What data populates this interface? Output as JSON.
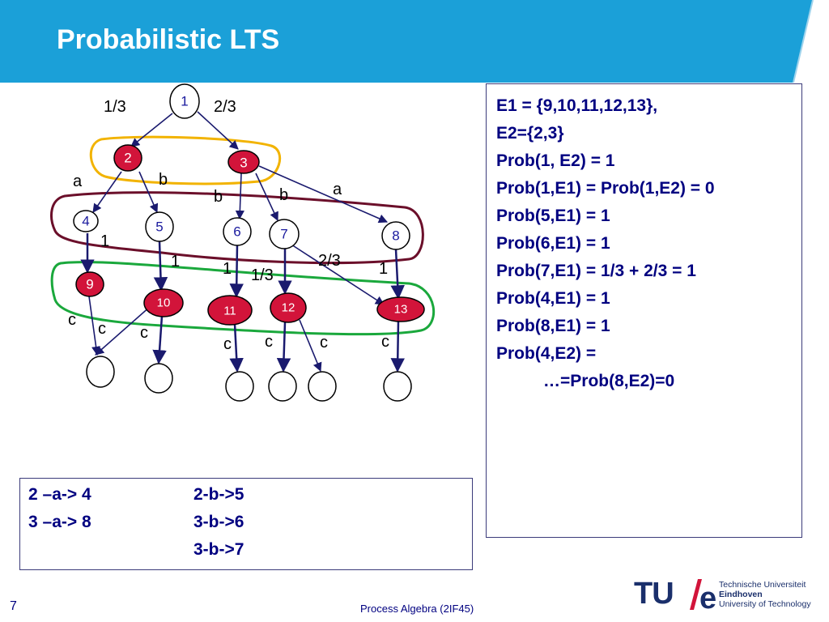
{
  "slide": {
    "title": "Probabilistic LTS",
    "page_number": "7",
    "footer": "Process Algebra (2IF45)"
  },
  "colors": {
    "header_blue": "#1ba0d8",
    "node_red": "#d2143a",
    "edge_blue": "#1a1a6e",
    "group_yellow": "#f2b300",
    "group_maroon": "#6b0f2a",
    "group_green": "#1aa83c",
    "text_navy": "#000080"
  },
  "diagram": {
    "nodes": {
      "n1": "1",
      "n2": "2",
      "n3": "3",
      "n4": "4",
      "n5": "5",
      "n6": "6",
      "n7": "7",
      "n8": "8",
      "n9": "9",
      "n10": "10",
      "n11": "11",
      "n12": "12",
      "n13": "13"
    },
    "edge_labels": {
      "p1_2": "1/3",
      "p1_3": "2/3",
      "a_2_4": "a",
      "b_2_5": "b",
      "b_3_6": "b",
      "b_3_7": "b",
      "a_3_8": "a",
      "p4_9": "1",
      "p5_10": "1",
      "p6_11": "1",
      "p7_12": "1/3",
      "p7_13": "2/3",
      "p8_13": "1",
      "c_9": "c",
      "c_10a": "c",
      "c_10b": "c",
      "c_11": "c",
      "c_12a": "c",
      "c_12b": "c",
      "c_13": "c"
    }
  },
  "prob_box": {
    "lines": [
      "E1 = {9,10,11,12,13},",
      "E2={2,3}",
      "",
      "Prob(1, E2) = 1",
      "Prob(1,E1) = Prob(1,E2) = 0",
      "",
      "Prob(5,E1) = 1",
      "Prob(6,E1) = 1",
      "Prob(7,E1) = 1/3 + 2/3 = 1",
      "",
      "Prob(4,E1) = 1",
      "Prob(8,E1) = 1",
      "",
      "Prob(4,E2) =",
      "…=Prob(8,E2)=0"
    ]
  },
  "transitions_box": {
    "col1": [
      "2 –a-> 4",
      "3 –a-> 8"
    ],
    "col2": [
      "2-b->5",
      "3-b->6",
      "3-b->7"
    ]
  },
  "logo": {
    "mark": "TU",
    "e": "e",
    "lines": [
      "Technische Universiteit",
      "Eindhoven",
      "University of Technology"
    ]
  }
}
